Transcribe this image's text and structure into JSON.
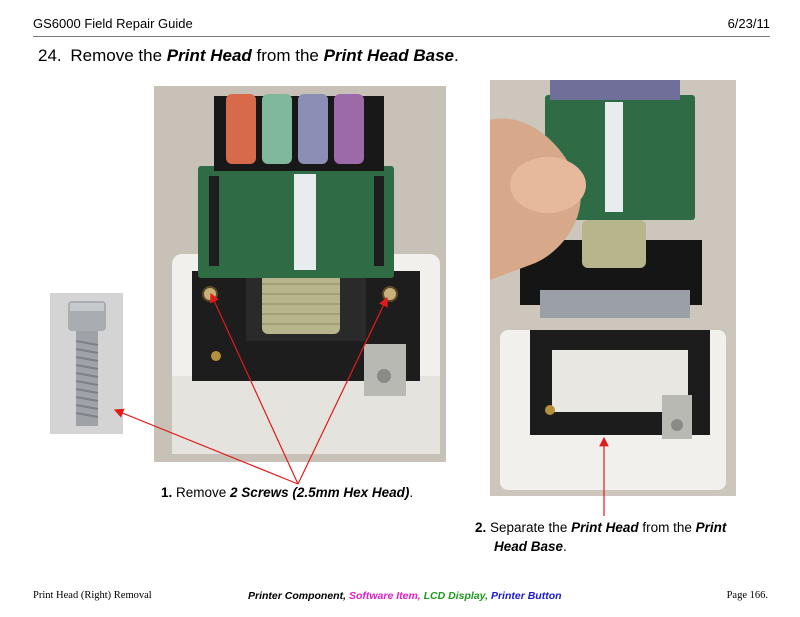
{
  "header": {
    "title": "GS6000 Field Repair Guide",
    "date": "6/23/11"
  },
  "step": {
    "number": "24.",
    "text_1": "Remove the ",
    "bold_1": "Print Head",
    "text_2": " from the ",
    "bold_2": "Print Head Base",
    "text_3": "."
  },
  "captions": {
    "c1": {
      "num": "1.",
      "t1": " Remove ",
      "bold": "2 Screws (2.5mm Hex Head)",
      "t2": "."
    },
    "c2": {
      "num": "2.",
      "t1": " Separate the ",
      "bold1": "Print Head",
      "t2": " from the ",
      "bold2": "Print",
      "line2_bold": "Head Base",
      "line2_t": "."
    }
  },
  "footer": {
    "left": "Print Head (Right) Removal",
    "legend": [
      {
        "label": "Printer Component,",
        "color": "#000000"
      },
      {
        "label": "Software Item,",
        "color": "#e020c8"
      },
      {
        "label": "LCD Display,",
        "color": "#1a9a1a"
      },
      {
        "label": "Printer Button",
        "color": "#1a1ad0"
      }
    ],
    "right": "Page 166."
  },
  "colors": {
    "arrow": "#e21a1a",
    "rule": "#7a7a7a"
  }
}
